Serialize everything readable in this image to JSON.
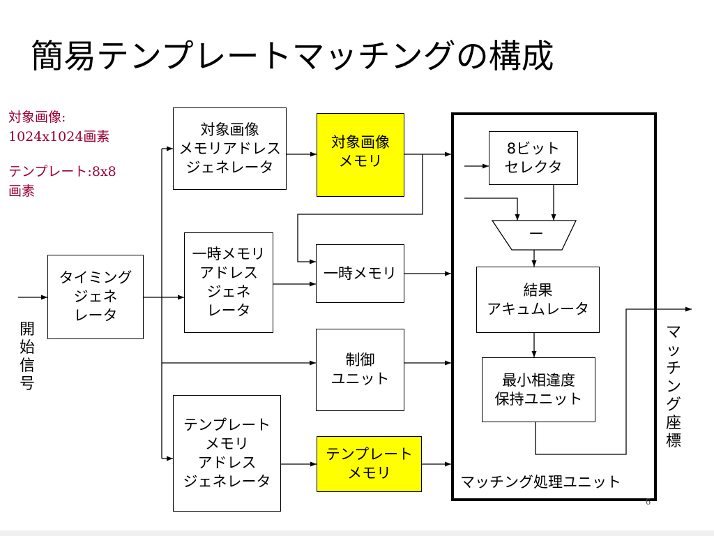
{
  "title": "簡易テンプレートマッチングの構成",
  "notes": {
    "target_line1": "対象画像:",
    "target_line2": "1024x1024画素",
    "template_line1": "テンプレート:8x8",
    "template_line2": "画素"
  },
  "start_signal": "開\n始\n信\n号",
  "matching_coord": "マ\nッ\nチ\nン\nグ\n座\n標",
  "blocks": {
    "timing": "タイミング\nジェネ\nレータ",
    "target_addr_gen": "対象画像\nメモリアドレス\nジェネレータ",
    "target_memory": "対象画像\nメモリ",
    "temp_addr": "一時メモリ\nアドレス\nジェネ\nレータ",
    "temp_memory": "一時メモリ",
    "control_unit": "制御\nユニット",
    "tmpl_addr_gen": "テンプレート\nメモリ\nアドレス\nジェネレータ",
    "tmpl_memory": "テンプレート\nメモリ",
    "bit_selector": "8ビット\nセレクタ",
    "subtractor": "－",
    "accumulator": "結果\nアキュムレータ",
    "min_hold": "最小相違度\n保持ユニット",
    "matching_unit": "マッチング処理ユニット"
  },
  "page_number": "6",
  "colors": {
    "note": "#990033",
    "memory": "#ffff00"
  }
}
